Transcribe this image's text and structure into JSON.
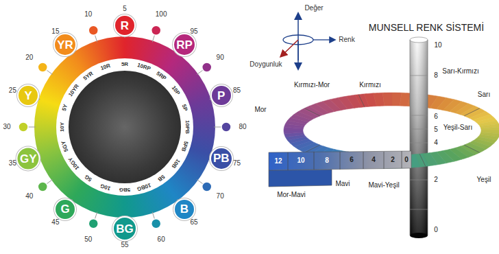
{
  "diagram": {
    "title": "MUNSELL RENK SİSTEMİ",
    "nodes": [
      {
        "text": [
          "R"
        ]
      },
      {
        "text": [
          "RP"
        ]
      },
      {
        "text": [
          "P"
        ]
      },
      {
        "text": [
          "PB"
        ]
      },
      {
        "text": [
          "B"
        ]
      },
      {
        "text": [
          "BG"
        ]
      },
      {
        "text": [
          "G"
        ]
      },
      {
        "text": [
          "GY"
        ]
      },
      {
        "text": [
          "Y"
        ]
      },
      {
        "text": [
          "YR"
        ]
      }
    ],
    "labels": [
      "5",
      "100",
      "95",
      "90",
      "85",
      "80",
      "75",
      "70",
      "65",
      "60",
      "55",
      "50",
      "45",
      "40",
      "35",
      "30",
      "25",
      "20",
      "15",
      "10",
      "5R",
      "10RP",
      "5RP",
      "10P",
      "5P",
      "10PB",
      "5PB",
      "10B",
      "5B",
      "10BG",
      "5BG",
      "10G",
      "5G",
      "10GY",
      "5GY",
      "10Y",
      "5Y",
      "10YR",
      "5YR",
      "10R",
      "Değer",
      "Renk",
      "Doygunluk",
      "10",
      "8",
      "6",
      "5",
      "4",
      "2",
      "0",
      "Kırmızı-Mor",
      "Kırmızı",
      "Sarı-Kırmızı",
      "Sarı",
      "Mor",
      "Yeşil-Sarı",
      "Yeşil",
      "Mor-Mavi",
      "Mavi",
      "Mavi-Yeşil",
      "12",
      "10",
      "8",
      "6",
      "4",
      "2",
      "0"
    ]
  }
}
